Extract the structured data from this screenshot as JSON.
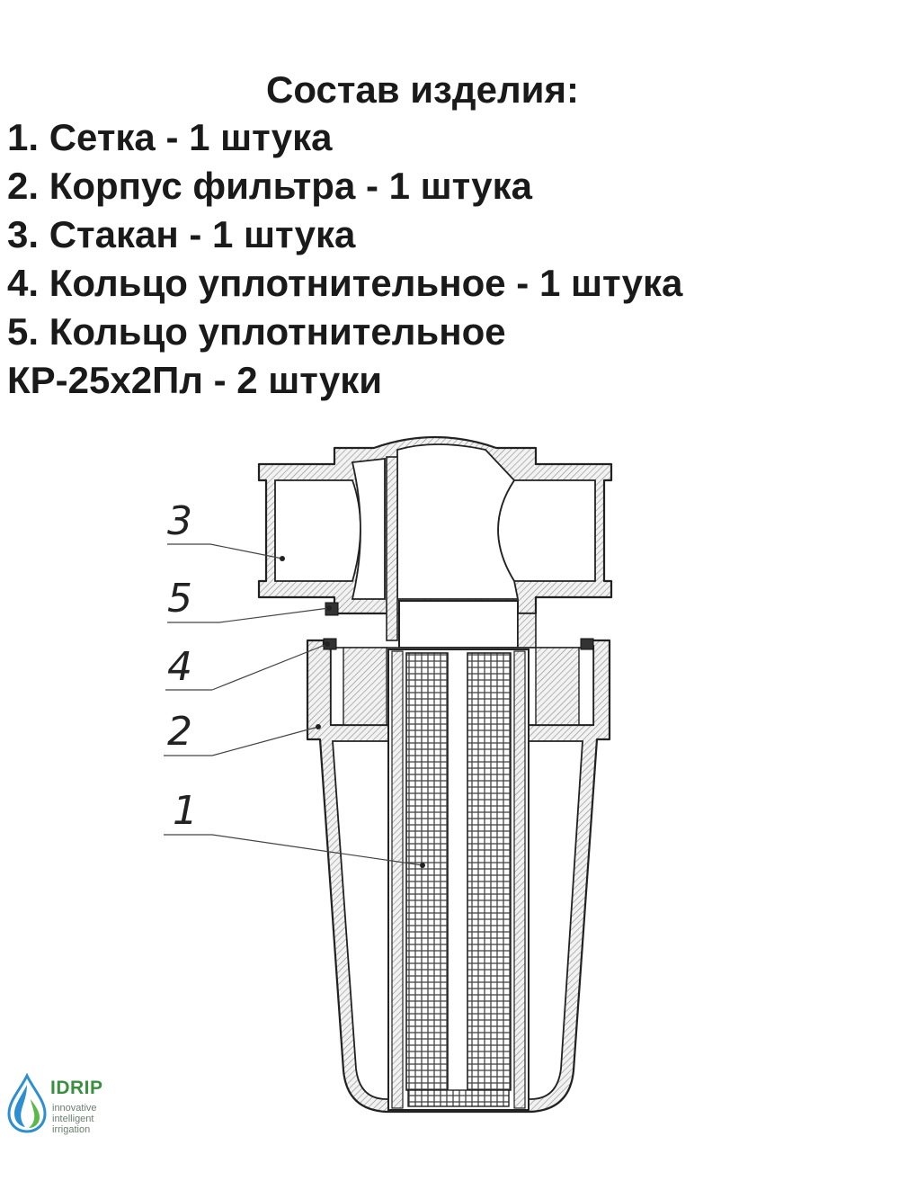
{
  "heading": "Состав изделия:",
  "parts": [
    "1. Сетка - 1 штука",
    "2. Корпус фильтра - 1 штука",
    "3. Стакан - 1 штука",
    "4. Кольцо уплотнительное - 1 штука",
    "5. Кольцо уплотнительное",
    "КР-25х2Пл - 2 штуки"
  ],
  "callouts": [
    "3",
    "5",
    "4",
    "2",
    "1"
  ],
  "logo": {
    "name": "IDRIP",
    "tagline": [
      "innovative",
      "intelligent",
      "irrigation"
    ],
    "colors": {
      "text": "#3a8f3f",
      "drop_blue": "#2e8fd0",
      "drop_green": "#5cb848"
    }
  }
}
